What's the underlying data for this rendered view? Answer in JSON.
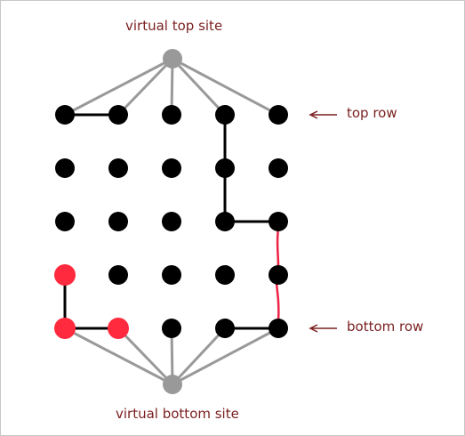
{
  "labels": {
    "virtual_top_site": "virtual top site",
    "virtual_bottom_site": "virtual bottom site",
    "top_row": "top row",
    "bottom_row": "bottom row"
  },
  "grid": {
    "rows": 5,
    "cols": 5
  },
  "sites": {
    "red": [
      [
        3,
        0
      ],
      [
        4,
        0
      ],
      [
        4,
        1
      ]
    ]
  },
  "connections": {
    "black": [
      [
        [
          0,
          0
        ],
        [
          0,
          1
        ]
      ],
      [
        [
          0,
          3
        ],
        [
          1,
          3
        ]
      ],
      [
        [
          1,
          3
        ],
        [
          2,
          3
        ]
      ],
      [
        [
          2,
          3
        ],
        [
          2,
          4
        ]
      ],
      [
        [
          3,
          0
        ],
        [
          4,
          0
        ]
      ],
      [
        [
          4,
          0
        ],
        [
          4,
          1
        ]
      ],
      [
        [
          4,
          3
        ],
        [
          4,
          4
        ]
      ]
    ],
    "red": [
      [
        [
          2,
          4
        ],
        [
          4,
          4
        ]
      ]
    ]
  },
  "colors": {
    "open_site": "#000000",
    "virtual_site": "#999999",
    "red_site": "#ff2a3d",
    "virtual_edge": "#999999",
    "black_edge": "#000000",
    "red_edge": "#ee2244",
    "label_text": "#7a1f1f",
    "arrow": "#7a1f1f"
  }
}
